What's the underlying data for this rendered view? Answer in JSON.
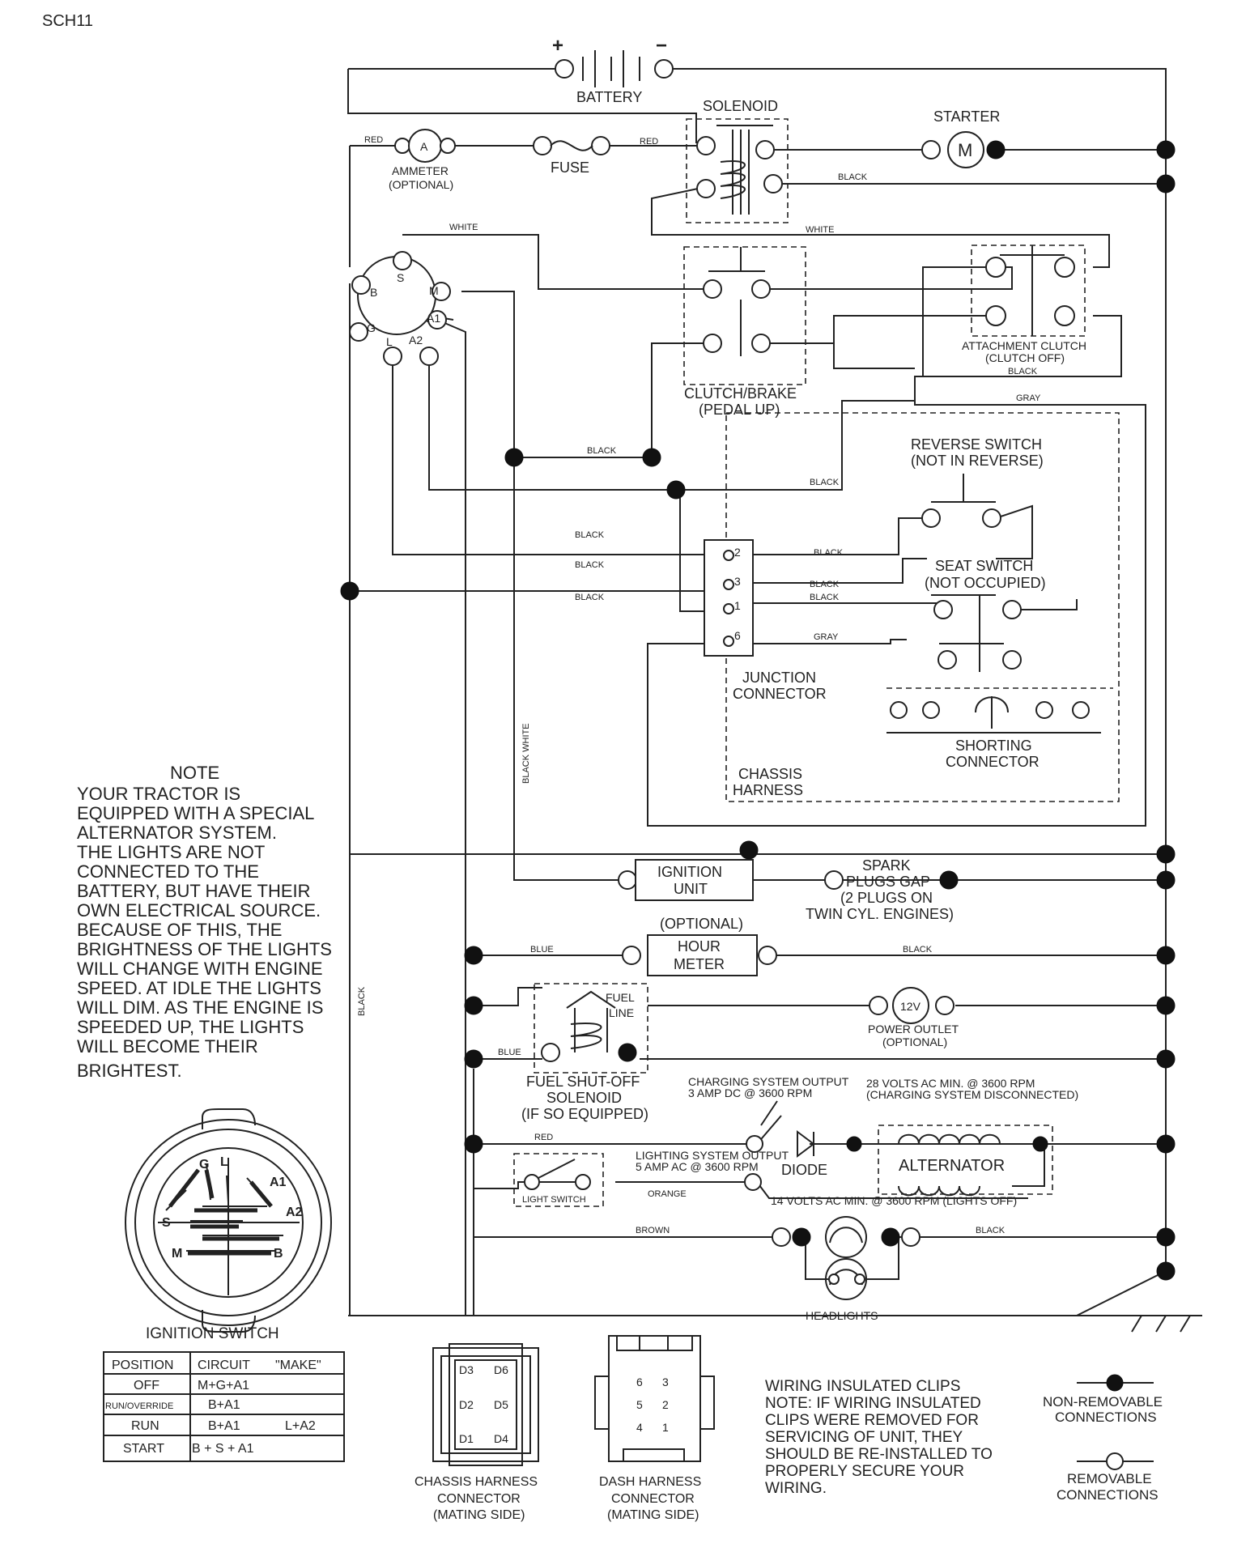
{
  "page": {
    "code": "SCH11"
  },
  "components": {
    "battery": "BATTERY",
    "battery_plus": "+",
    "battery_minus": "−",
    "solenoid": "SOLENOID",
    "starter": "STARTER",
    "starter_symbol": "M",
    "ammeter_symbol": "A",
    "ammeter": [
      "AMMETER",
      "(OPTIONAL)"
    ],
    "fuse": "FUSE",
    "clutch_brake": [
      "CLUTCH/BRAKE",
      "(PEDAL UP)"
    ],
    "attachment_clutch": [
      "ATTACHMENT CLUTCH",
      "(CLUTCH OFF)"
    ],
    "reverse_switch": [
      "REVERSE SWITCH",
      "(NOT IN REVERSE)"
    ],
    "seat_switch": [
      "SEAT SWITCH",
      "(NOT OCCUPIED)"
    ],
    "junction_connector": [
      "JUNCTION",
      "CONNECTOR"
    ],
    "chassis_harness": [
      "CHASSIS",
      "HARNESS"
    ],
    "shorting_connector": [
      "SHORTING",
      "CONNECTOR"
    ],
    "ignition_unit": [
      "IGNITION",
      "UNIT"
    ],
    "spark_plugs": [
      "SPARK",
      "PLUGS GAP",
      "(2 PLUGS ON",
      "TWIN CYL. ENGINES)"
    ],
    "hour_meter": [
      "HOUR",
      "METER"
    ],
    "hour_meter_optional": "(OPTIONAL)",
    "fuel_line": [
      "FUEL",
      "LINE"
    ],
    "power_outlet_symbol": "12V",
    "power_outlet": [
      "POWER OUTLET",
      "(OPTIONAL)"
    ],
    "fuel_solenoid": [
      "FUEL SHUT-OFF",
      "SOLENOID",
      "(IF SO EQUIPPED)"
    ],
    "charging_output": [
      "CHARGING SYSTEM OUTPUT",
      "3 AMP DC @ 3600 RPM"
    ],
    "alternator_volts": [
      "28 VOLTS AC MIN. @ 3600 RPM",
      "(CHARGING SYSTEM DISCONNECTED)"
    ],
    "diode": "DIODE",
    "alternator": "ALTERNATOR",
    "lighting_output": [
      "LIGHTING SYSTEM OUTPUT",
      "5 AMP AC @ 3600 RPM"
    ],
    "lights_off_volts": "14 VOLTS AC MIN. @ 3600 RPM (LIGHTS OFF)",
    "light_switch": "LIGHT SWITCH",
    "headlights": "HEADLIGHTS",
    "ignition_terminals": [
      "B",
      "S",
      "M",
      "A1",
      "A2",
      "L",
      "G"
    ],
    "junction_pins": [
      "2",
      "3",
      "1",
      "6"
    ]
  },
  "wires": {
    "red": "RED",
    "white": "WHITE",
    "black": "BLACK",
    "gray": "GRAY",
    "blue": "BLUE",
    "orange": "ORANGE",
    "brown": "BROWN",
    "black_white": "BLACK WHITE"
  },
  "note": {
    "title": "NOTE",
    "lines": [
      "YOUR TRACTOR IS",
      "EQUIPPED WITH A SPECIAL",
      "ALTERNATOR SYSTEM.",
      "THE LIGHTS ARE NOT",
      "CONNECTED TO THE",
      "BATTERY, BUT HAVE THEIR",
      "OWN ELECTRICAL SOURCE.",
      "BECAUSE OF THIS, THE",
      "BRIGHTNESS OF THE LIGHTS",
      "WILL CHANGE WITH ENGINE",
      "SPEED.  AT IDLE THE LIGHTS",
      "WILL DIM.  AS THE ENGINE IS",
      "SPEEDED UP, THE LIGHTS",
      "WILL BECOME THEIR",
      "BRIGHTEST."
    ]
  },
  "ignition_switch": {
    "title": "IGNITION SWITCH",
    "face_labels": [
      "G",
      "L",
      "A1",
      "S",
      "A2",
      "M",
      "B"
    ],
    "headers": [
      "POSITION",
      "CIRCUIT",
      "\"MAKE\""
    ],
    "rows": [
      {
        "position": "OFF",
        "circuit": "M+G+A1",
        "extra": ""
      },
      {
        "position": "RUN/OVERRIDE",
        "circuit": "B+A1",
        "extra": ""
      },
      {
        "position": "RUN",
        "circuit": "B+A1",
        "extra": "L+A2"
      },
      {
        "position": "START",
        "circuit": "B + S + A1",
        "extra": ""
      }
    ]
  },
  "connectors": {
    "chassis": {
      "label": [
        "CHASSIS HARNESS",
        "CONNECTOR",
        "(MATING SIDE)"
      ],
      "pins": [
        "D3",
        "D6",
        "D2",
        "D5",
        "D1",
        "D4"
      ]
    },
    "dash": {
      "label": [
        "DASH HARNESS",
        "CONNECTOR",
        "(MATING SIDE)"
      ],
      "pins": [
        "6",
        "3",
        "5",
        "2",
        "4",
        "1"
      ]
    }
  },
  "clips_note": [
    "WIRING INSULATED CLIPS",
    "NOTE: IF WIRING INSULATED",
    "CLIPS WERE REMOVED FOR",
    "SERVICING OF UNIT, THEY",
    "SHOULD BE RE-INSTALLED TO",
    "PROPERLY SECURE YOUR",
    "WIRING."
  ],
  "legend": {
    "non_removable": [
      "NON-REMOVABLE",
      "CONNECTIONS"
    ],
    "removable": [
      "REMOVABLE",
      "CONNECTIONS"
    ]
  }
}
